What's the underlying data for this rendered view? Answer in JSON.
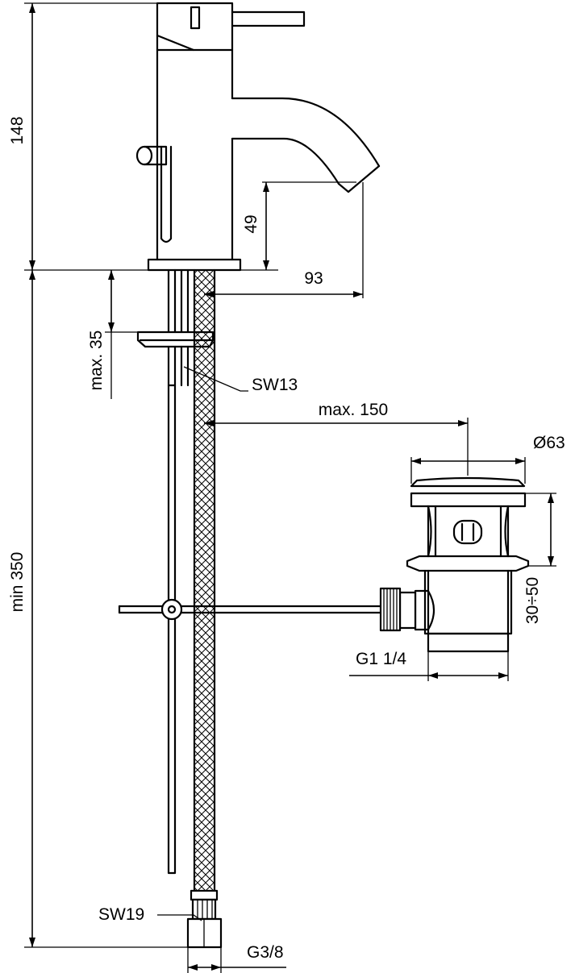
{
  "dimensions": {
    "height_148": "148",
    "spout_height_49": "49",
    "reach_93": "93",
    "max_35": "max. 35",
    "sw13": "SW13",
    "max_150": "max. 150",
    "diameter_63": "Ø63",
    "min_350": "min 350",
    "range_30_50": "30÷50",
    "g1_1_4": "G1 1/4",
    "sw19": "SW19",
    "g3_8": "G3/8"
  }
}
